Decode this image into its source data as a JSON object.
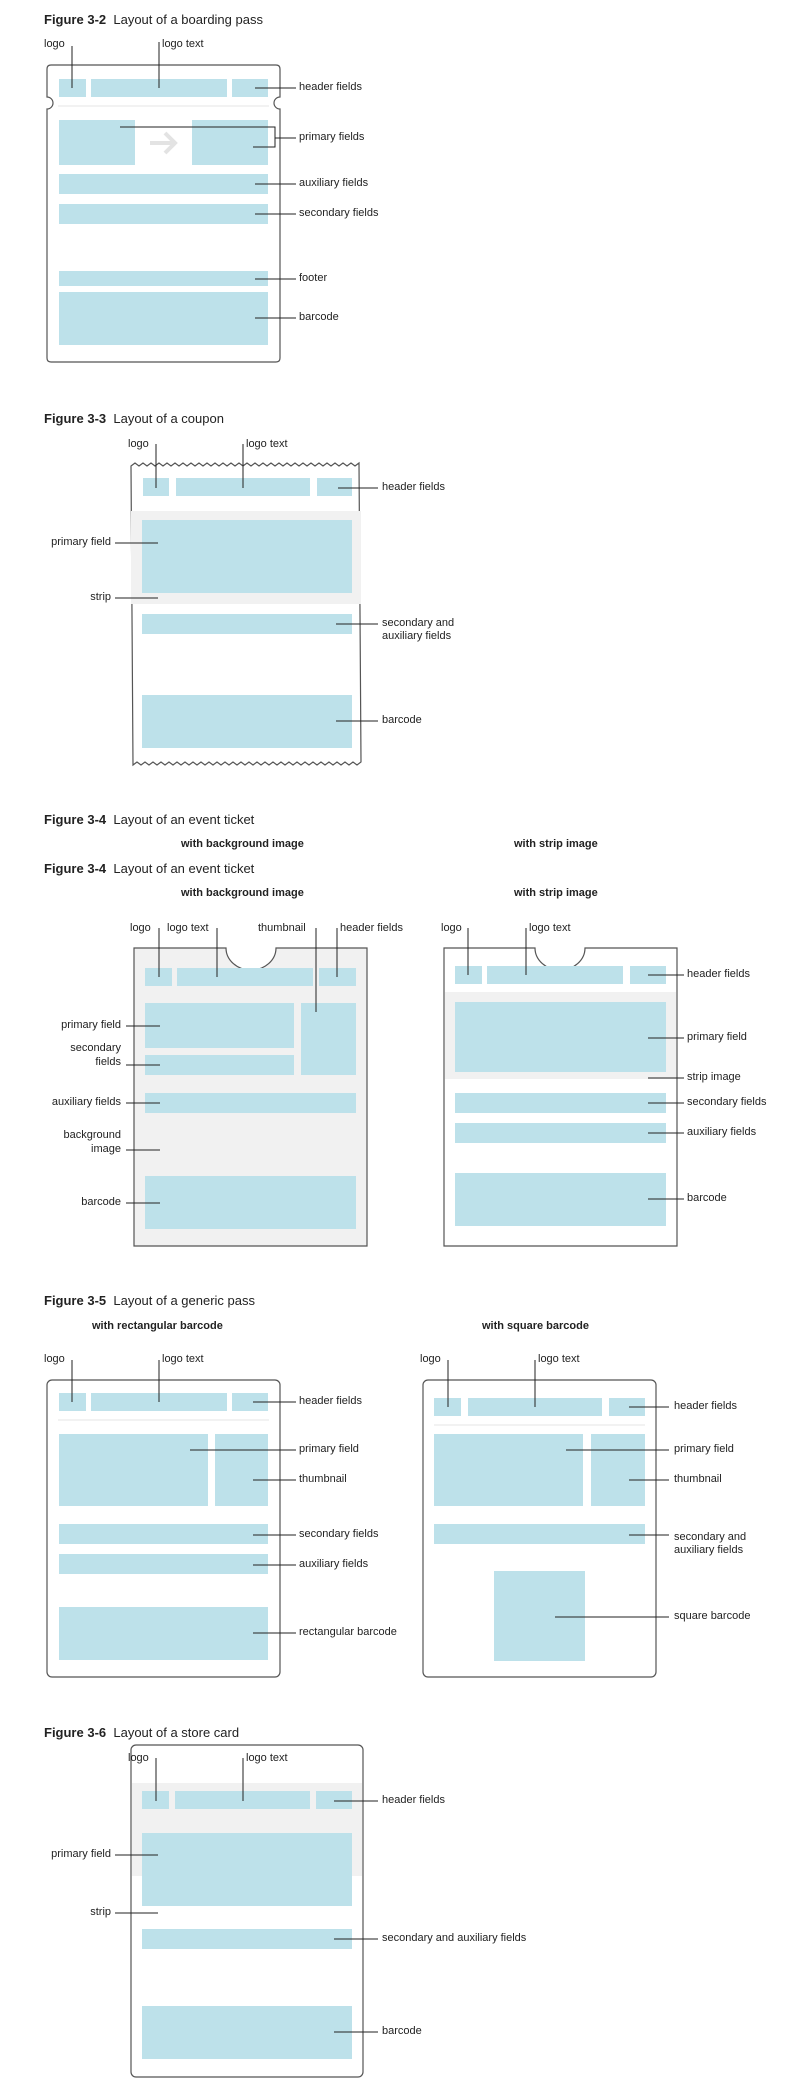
{
  "fig2": {
    "num": "Figure 3-2",
    "title": "Layout of a boarding pass",
    "labels": {
      "logo": "logo",
      "logo_text": "logo text",
      "header_fields": "header fields",
      "primary_fields": "primary fields",
      "auxiliary_fields": "auxiliary fields",
      "secondary_fields": "secondary fields",
      "footer": "footer",
      "barcode": "barcode"
    }
  },
  "fig3": {
    "num": "Figure 3-3",
    "title": "Layout of a coupon",
    "labels": {
      "logo": "logo",
      "logo_text": "logo text",
      "header_fields": "header fields",
      "primary_field": "primary field",
      "strip": "strip",
      "secondary_auxiliary_1": "secondary and",
      "secondary_auxiliary_2": "auxiliary fields",
      "barcode": "barcode"
    }
  },
  "fig4": {
    "num": "Figure 3-4",
    "title": "Layout of an event ticket",
    "sub_bg": "with background image",
    "sub_strip": "with strip image",
    "left_labels": {
      "logo": "logo",
      "logo_text": "logo text",
      "thumbnail": "thumbnail",
      "header_fields": "header fields",
      "primary_field": "primary field",
      "secondary_1": "secondary",
      "secondary_2": "fields",
      "auxiliary_fields": "auxiliary fields",
      "background_1": "background",
      "background_2": "image",
      "barcode": "barcode"
    },
    "right_labels": {
      "logo": "logo",
      "logo_text": "logo text",
      "header_fields": "header fields",
      "primary_field": "primary field",
      "strip_image": "strip image",
      "secondary_fields": "secondary fields",
      "auxiliary_fields": "auxiliary fields",
      "barcode": "barcode"
    }
  },
  "fig5": {
    "num": "Figure 3-5",
    "title": "Layout of a generic pass",
    "sub_rect": "with rectangular barcode",
    "sub_square": "with square barcode",
    "left_labels": {
      "logo": "logo",
      "logo_text": "logo text",
      "header_fields": "header fields",
      "primary_field": "primary field",
      "thumbnail": "thumbnail",
      "secondary_fields": "secondary fields",
      "auxiliary_fields": "auxiliary fields",
      "rect_barcode": "rectangular barcode"
    },
    "right_labels": {
      "logo": "logo",
      "logo_text": "logo text",
      "header_fields": "header fields",
      "primary_field": "primary field",
      "thumbnail": "thumbnail",
      "secondary_auxiliary_1": "secondary and",
      "secondary_auxiliary_2": "auxiliary fields",
      "square_barcode": "square barcode"
    }
  },
  "fig6": {
    "num": "Figure 3-6",
    "title": "Layout of a store card",
    "labels": {
      "logo": "logo",
      "logo_text": "logo text",
      "header_fields": "header fields",
      "primary_field": "primary field",
      "strip": "strip",
      "secondary_auxiliary": "secondary and auxiliary fields",
      "barcode": "barcode"
    }
  },
  "colors": {
    "field": "#bde1ea",
    "gray": "#f1f1f1",
    "border": "#555555"
  }
}
